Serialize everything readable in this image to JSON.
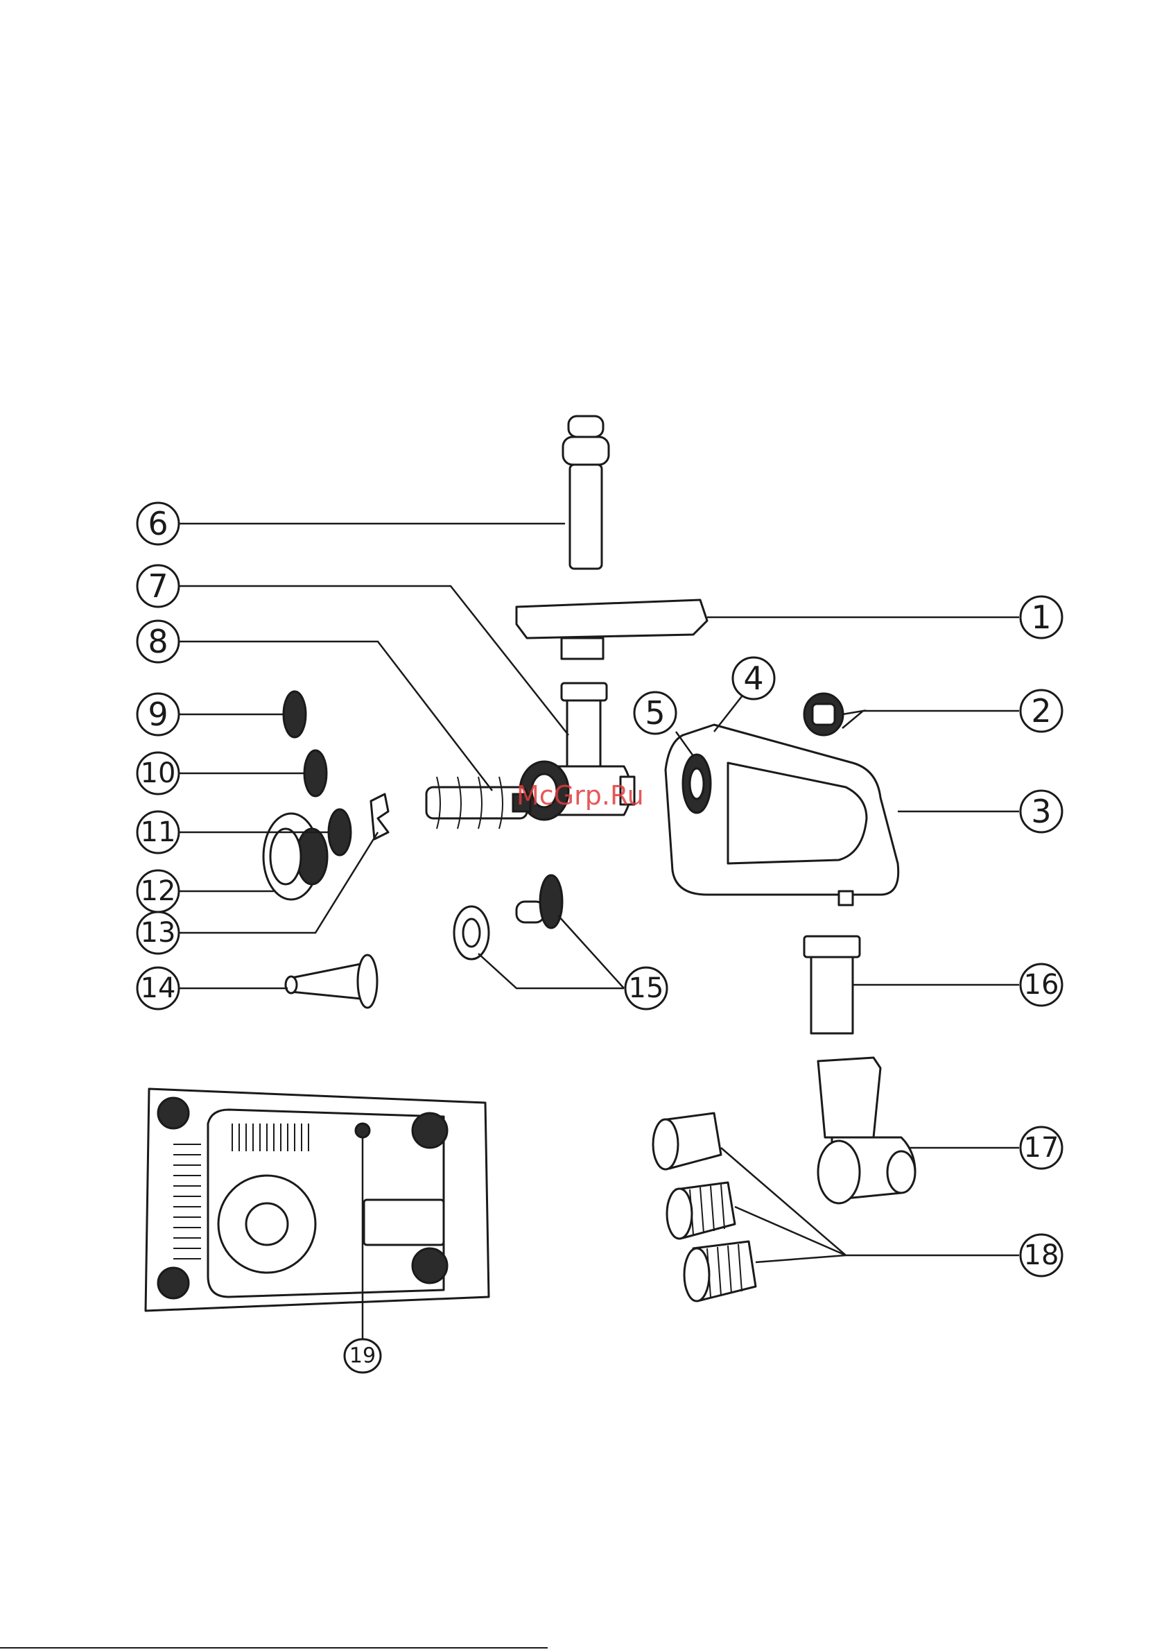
{
  "watermark": "McGrp.Ru",
  "callouts": [
    {
      "label": "1"
    },
    {
      "label": "2"
    },
    {
      "label": "3"
    },
    {
      "label": "4"
    },
    {
      "label": "5"
    },
    {
      "label": "6"
    },
    {
      "label": "7"
    },
    {
      "label": "8"
    },
    {
      "label": "9"
    },
    {
      "label": "10"
    },
    {
      "label": "11"
    },
    {
      "label": "12"
    },
    {
      "label": "13"
    },
    {
      "label": "14"
    },
    {
      "label": "15"
    },
    {
      "label": "16"
    },
    {
      "label": "17"
    },
    {
      "label": "18"
    },
    {
      "label": "19"
    }
  ]
}
